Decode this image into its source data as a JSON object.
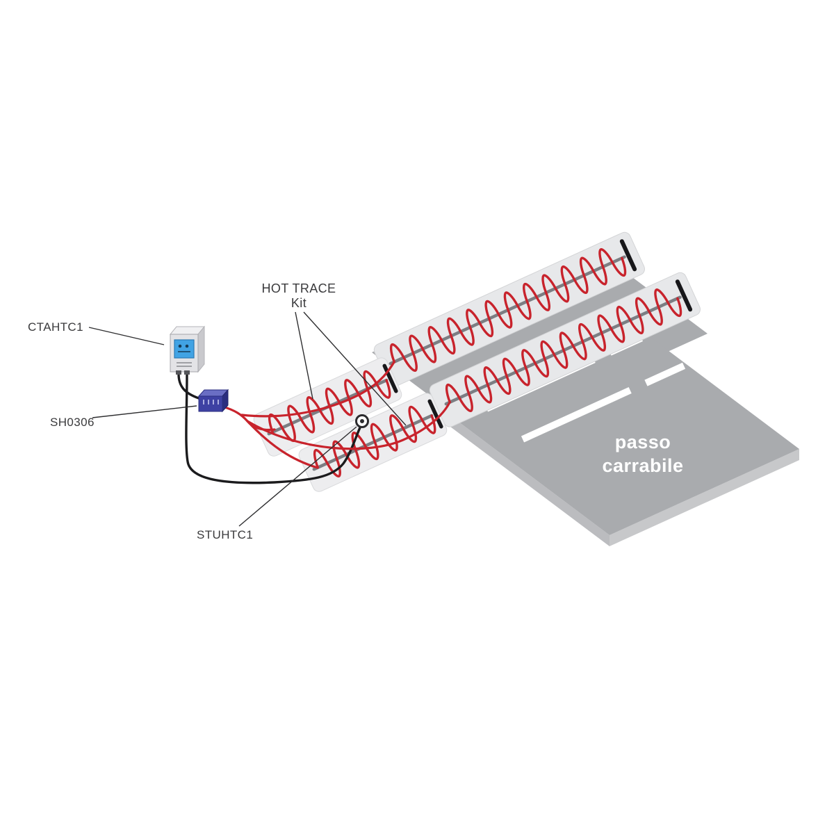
{
  "labels": {
    "control_unit": "CTAHTC1",
    "splice_kit": "SH0306",
    "sensor": "STUHTC1",
    "kit_title": "HOT TRACE",
    "kit_subtitle": "Kit",
    "area_line1": "passo",
    "area_line2": "carrabile"
  },
  "colors": {
    "heating_cable_red": "#c8232c",
    "slab_gray": "#a9abae",
    "slab_edge_gray": "#c7c8ca",
    "mat_band_gray": "#e9eaec",
    "mat_spine_gray": "#7c7e83",
    "wire_black": "#1b1b1d",
    "controller_screen_blue": "#41a3e4",
    "splice_box_indigo": "#3e41a3",
    "road_marking_white": "#ffffff",
    "label_text": "#3a3a3c"
  }
}
